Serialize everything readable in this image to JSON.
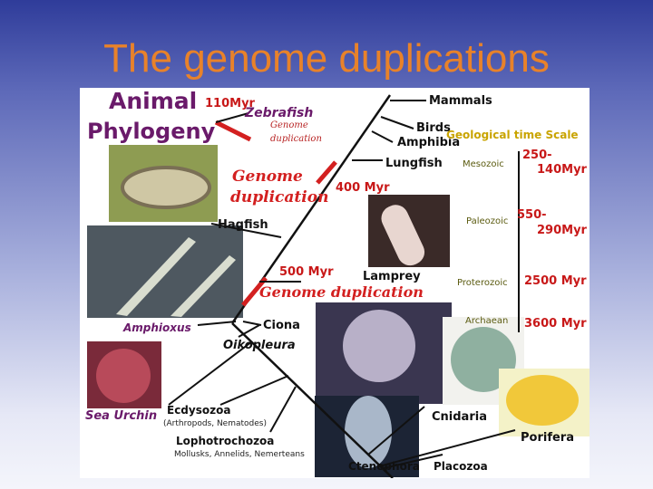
{
  "slide": {
    "title": "The genome duplications"
  },
  "figure": {
    "heading_line1": "Animal",
    "heading_line2": "Phylogeny",
    "age_110": "110Myr",
    "zebrafish": "Zebrafish",
    "genome_dup_small_1": "Genome",
    "genome_dup_small_2": "duplication",
    "genome_dup_mid_1": "Genome",
    "genome_dup_mid_2": "duplication",
    "age_400": "400 Myr",
    "hagfish": "Hagfish",
    "age_500": "500 Myr",
    "lamprey": "Lamprey",
    "genome_dup_low": "Genome duplication",
    "mammals": "Mammals",
    "birds": "Birds",
    "amphibia": "Amphibia",
    "lungfish": "Lungfish",
    "amphioxus": "Amphioxus",
    "ciona": "Ciona",
    "oikopleura": "Oikopleura",
    "sea_urchin": "Sea Urchin",
    "ecdysozoa": "Ecdysozoa",
    "ecdysozoa_sub": "(Arthropods, Nematodes)",
    "lophotrochozoa": "Lophotrochozoa",
    "lophotrochozoa_sub": "Mollusks, Annelids, Nemerteans",
    "cnidaria": "Cnidaria",
    "porifera": "Porifera",
    "ctenophora": "Ctenophora",
    "placozoa": "Placozoa"
  },
  "timescale": {
    "title": "Geological time Scale",
    "eras": [
      {
        "name": "Mesozoic",
        "range_top": "250-",
        "range_bottom": "140Myr"
      },
      {
        "name": "Paleozoic",
        "range_top": "550-",
        "range_bottom": "290Myr"
      },
      {
        "name": "Proterozoic",
        "range_top": "2500 Myr",
        "range_bottom": ""
      },
      {
        "name": "Archaean",
        "range_top": "3600 Myr",
        "range_bottom": ""
      }
    ]
  },
  "colors": {
    "title": "#e8822a",
    "genome_red": "#d32020",
    "purple": "#6a1a6a",
    "gold": "#c9a400"
  }
}
